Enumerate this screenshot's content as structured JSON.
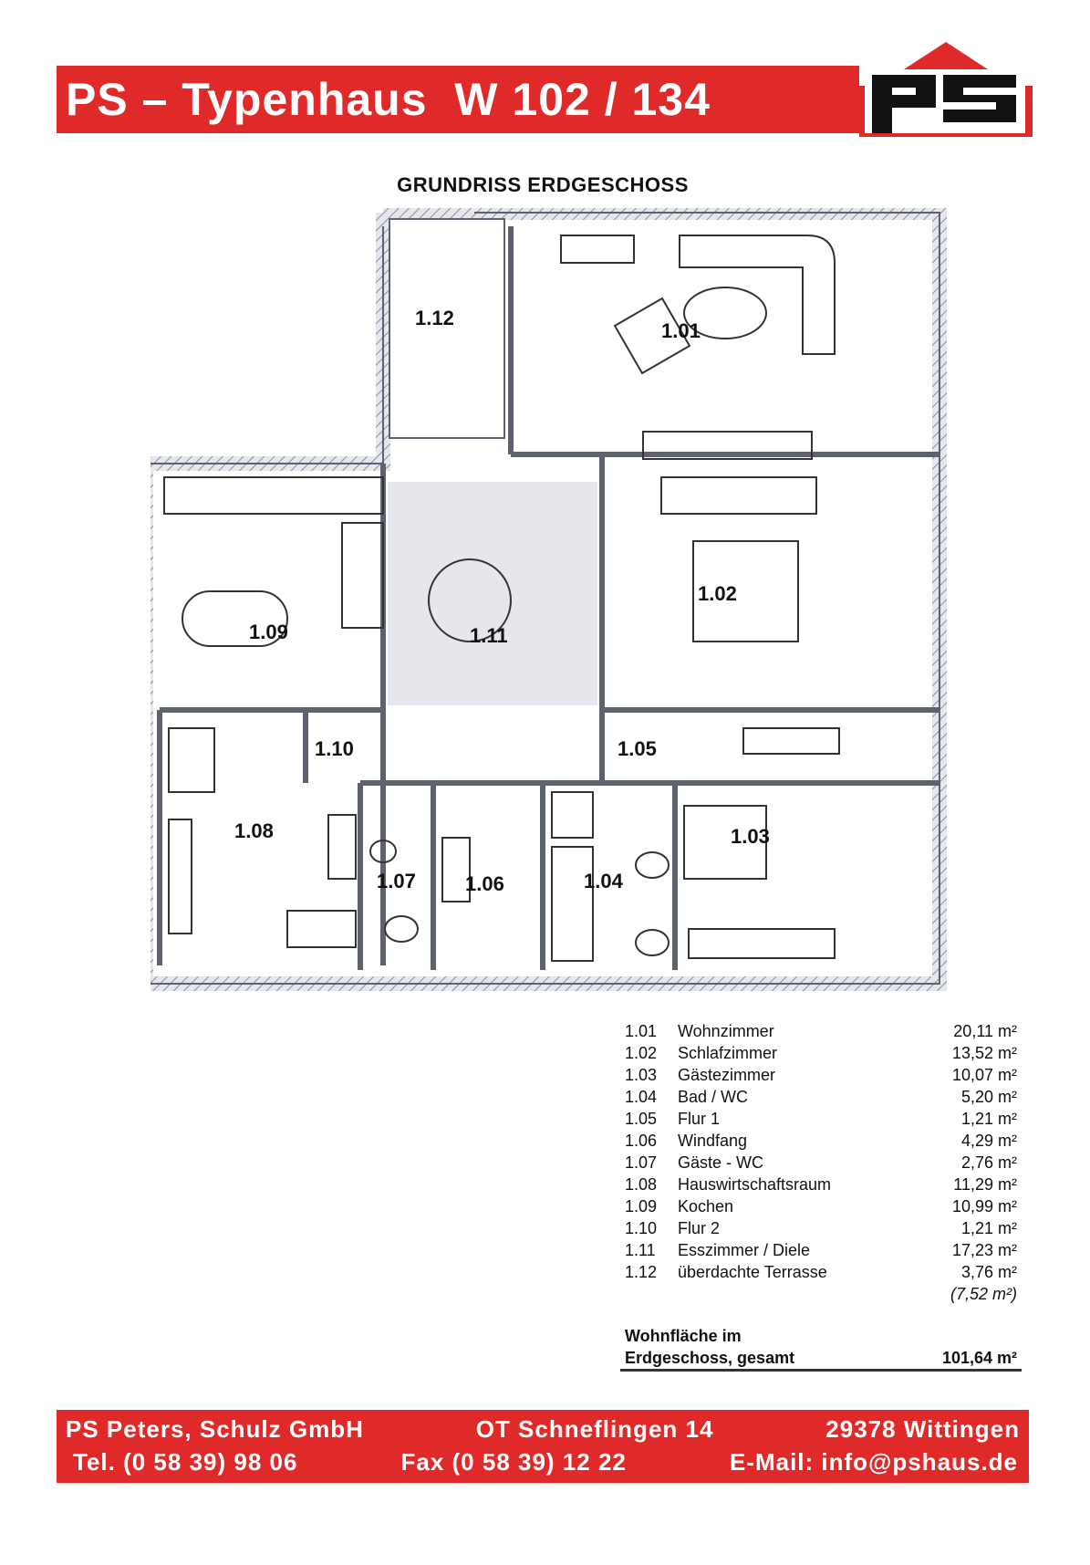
{
  "header": {
    "title": "PS – Typenhaus  W 102 / 134",
    "logo_text": "ps"
  },
  "plan": {
    "title": "GRUNDRISS ERDGESCHOSS",
    "room_labels": [
      "1.12",
      "1.01",
      "1.09",
      "1.11",
      "1.02",
      "1.10",
      "1.05",
      "1.08",
      "1.07",
      "1.06",
      "1.04",
      "1.03"
    ]
  },
  "areas": {
    "rows": [
      {
        "num": "1.01",
        "name": "Wohnzimmer",
        "value": "20,11 m²"
      },
      {
        "num": "1.02",
        "name": "Schlafzimmer",
        "value": "13,52 m²"
      },
      {
        "num": "1.03",
        "name": "Gästezimmer",
        "value": "10,07 m²"
      },
      {
        "num": "1.04",
        "name": "Bad / WC",
        "value": "5,20 m²"
      },
      {
        "num": "1.05",
        "name": "Flur 1",
        "value": "1,21 m²"
      },
      {
        "num": "1.06",
        "name": "Windfang",
        "value": "4,29 m²"
      },
      {
        "num": "1.07",
        "name": "Gäste - WC",
        "value": "2,76 m²"
      },
      {
        "num": "1.08",
        "name": "Hauswirtschaftsraum",
        "value": "11,29 m²"
      },
      {
        "num": "1.09",
        "name": "Kochen",
        "value": "10,99 m²"
      },
      {
        "num": "1.10",
        "name": "Flur 2",
        "value": "1,21 m²"
      },
      {
        "num": "1.11",
        "name": "Esszimmer / Diele",
        "value": "17,23 m²"
      },
      {
        "num": "1.12",
        "name": "überdachte Terrasse",
        "value": "3,76 m²"
      }
    ],
    "extra": "(7,52 m²)"
  },
  "total": {
    "line1": "Wohnfläche im",
    "line2": "Erdgeschoss, gesamt",
    "value": "101,64 m²"
  },
  "footer": {
    "company": "PS Peters, Schulz GmbH",
    "street": "OT Schneflingen 14",
    "city": "29378 Wittingen",
    "tel": "Tel. (0 58 39) 98 06",
    "fax": "Fax (0 58 39) 12 22",
    "email": "E-Mail: info@pshaus.de"
  },
  "colors": {
    "brand_red": "#e02a2a",
    "wall": "#8a8f9c"
  }
}
